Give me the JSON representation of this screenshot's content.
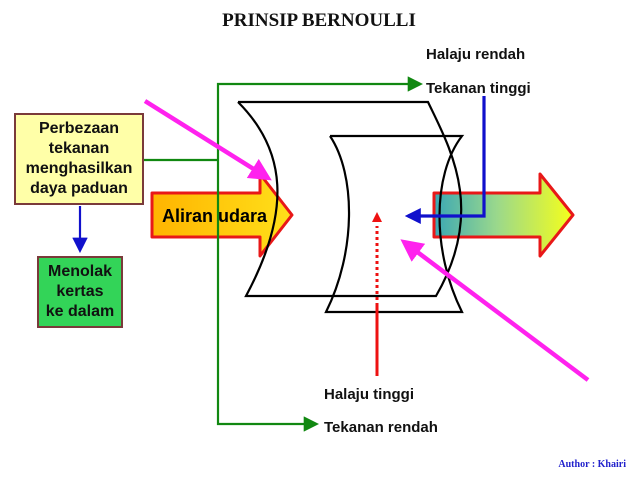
{
  "title": "PRINSIP BERNOULLI",
  "labels": {
    "low_speed": "Halaju rendah",
    "high_pressure": "Tekanan tinggi",
    "high_speed": "Halaju tinggi",
    "low_pressure": "Tekanan rendah",
    "airflow": "Aliran udara"
  },
  "boxes": {
    "pressure_difference": [
      "Perbezaan",
      "tekanan",
      "menghasilkan",
      "daya paduan"
    ],
    "push_paper": [
      "Menolak",
      "kertas",
      "ke dalam"
    ]
  },
  "author": "Author : Khairi",
  "colors": {
    "arrow_fill": "#ffd21a",
    "arrow_border": "#e81818",
    "connector_green": "#118811",
    "magenta": "#ff22ee",
    "blue": "#1010cc",
    "red": "#ee1111",
    "box_yellow": "#ffffa8",
    "box_green": "#33d458"
  }
}
